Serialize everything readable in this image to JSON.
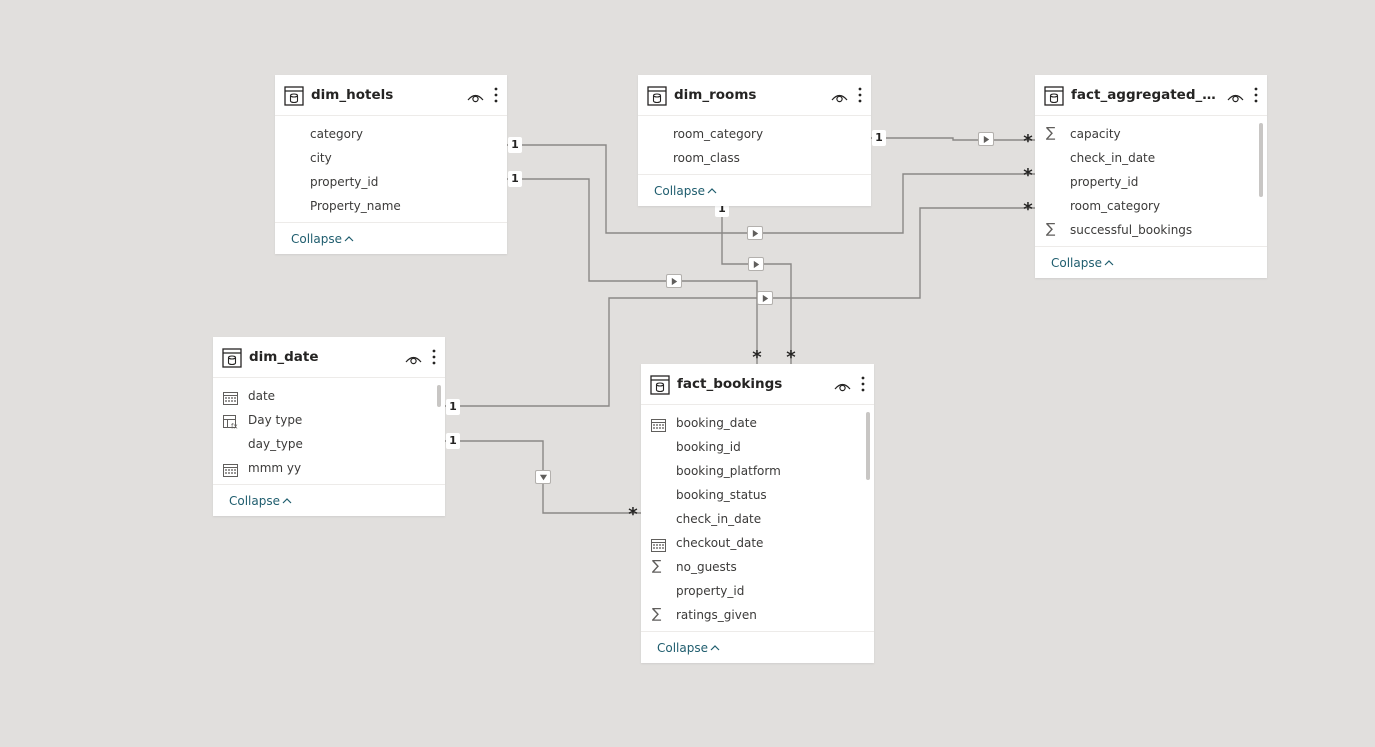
{
  "colors": {
    "canvas_bg": "#e1dfdd",
    "card_bg": "#ffffff",
    "line": "#8a8886",
    "collapse_text": "#1f5d6e"
  },
  "tables": [
    {
      "name": "dim_hotels",
      "fields": [
        {
          "label": "category",
          "icon": "none"
        },
        {
          "label": "city",
          "icon": "none"
        },
        {
          "label": "property_id",
          "icon": "none"
        },
        {
          "label": "Property_name",
          "icon": "none"
        }
      ],
      "collapse_label": "Collapse"
    },
    {
      "name": "dim_rooms",
      "fields": [
        {
          "label": "room_category",
          "icon": "none"
        },
        {
          "label": "room_class",
          "icon": "none"
        }
      ],
      "collapse_label": "Collapse"
    },
    {
      "name": "fact_aggregated_boo...",
      "fields": [
        {
          "label": "capacity",
          "icon": "sigma-icon"
        },
        {
          "label": "check_in_date",
          "icon": "none"
        },
        {
          "label": "property_id",
          "icon": "none"
        },
        {
          "label": "room_category",
          "icon": "none"
        },
        {
          "label": "successful_bookings",
          "icon": "sigma-icon"
        }
      ],
      "collapse_label": "Collapse"
    },
    {
      "name": "dim_date",
      "fields": [
        {
          "label": "date",
          "icon": "calendar-icon"
        },
        {
          "label": "Day type",
          "icon": "calculated-column-icon"
        },
        {
          "label": "day_type",
          "icon": "none"
        },
        {
          "label": "mmm yy",
          "icon": "calendar-icon"
        }
      ],
      "collapse_label": "Collapse"
    },
    {
      "name": "fact_bookings",
      "fields": [
        {
          "label": "booking_date",
          "icon": "calendar-icon"
        },
        {
          "label": "booking_id",
          "icon": "none"
        },
        {
          "label": "booking_platform",
          "icon": "none"
        },
        {
          "label": "booking_status",
          "icon": "none"
        },
        {
          "label": "check_in_date",
          "icon": "none"
        },
        {
          "label": "checkout_date",
          "icon": "calendar-icon"
        },
        {
          "label": "no_guests",
          "icon": "sigma-icon"
        },
        {
          "label": "property_id",
          "icon": "none"
        },
        {
          "label": "ratings_given",
          "icon": "sigma-icon"
        }
      ],
      "collapse_label": "Collapse"
    }
  ],
  "relationships": {
    "one_symbol": "1",
    "many_symbol": "*",
    "links": [
      {
        "from_table": "dim_hotels",
        "to_table": "fact_aggregated_boo...",
        "from_card": "1",
        "to_card": "*"
      },
      {
        "from_table": "dim_hotels",
        "to_table": "fact_bookings",
        "from_card": "1",
        "to_card": "*"
      },
      {
        "from_table": "dim_rooms",
        "to_table": "fact_aggregated_boo...",
        "from_card": "1",
        "to_card": "*"
      },
      {
        "from_table": "dim_rooms",
        "to_table": "fact_bookings",
        "from_card": "1",
        "to_card": "*"
      },
      {
        "from_table": "dim_date",
        "to_table": "fact_aggregated_boo...",
        "from_card": "1",
        "to_card": "*"
      },
      {
        "from_table": "dim_date",
        "to_table": "fact_bookings",
        "from_card": "1",
        "to_card": "*"
      }
    ]
  }
}
